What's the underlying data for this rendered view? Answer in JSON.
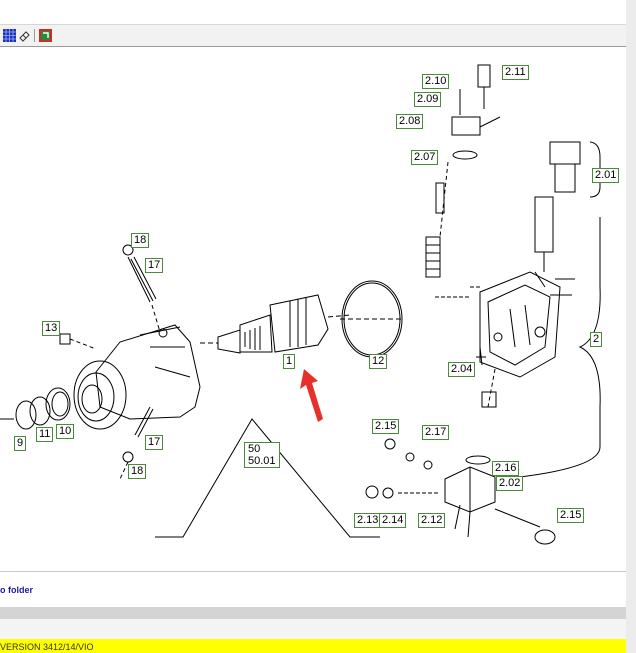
{
  "toolbar": {
    "icons": [
      "grid-icon",
      "eraser-icon",
      "export-icon"
    ]
  },
  "callouts": {
    "c210": "2.10",
    "c211": "2.11",
    "c209": "2.09",
    "c208": "2.08",
    "c207": "2.07",
    "c201": "2.01",
    "c18a": "18",
    "c17a": "17",
    "c13": "13",
    "c1": "1",
    "c12": "12",
    "c2": "2",
    "c204": "2.04",
    "c9": "9",
    "c11": "11",
    "c10": "10",
    "c17b": "17",
    "c18b": "18",
    "c50": "50",
    "c5001": "50.01",
    "c215a": "2.15",
    "c217": "2.17",
    "c216": "2.16",
    "c202": "2.02",
    "c213": "2.13",
    "c214": "2.14",
    "c212": "2.12",
    "c215b": "2.15"
  },
  "footer": {
    "folder_link": "o folder",
    "version": "VERSION 3412/14/VIO"
  },
  "colors": {
    "callout_border": "#4a8a3a",
    "arrow": "#e8302a",
    "link": "#1a1aa8",
    "version_bar": "#ffff00"
  }
}
